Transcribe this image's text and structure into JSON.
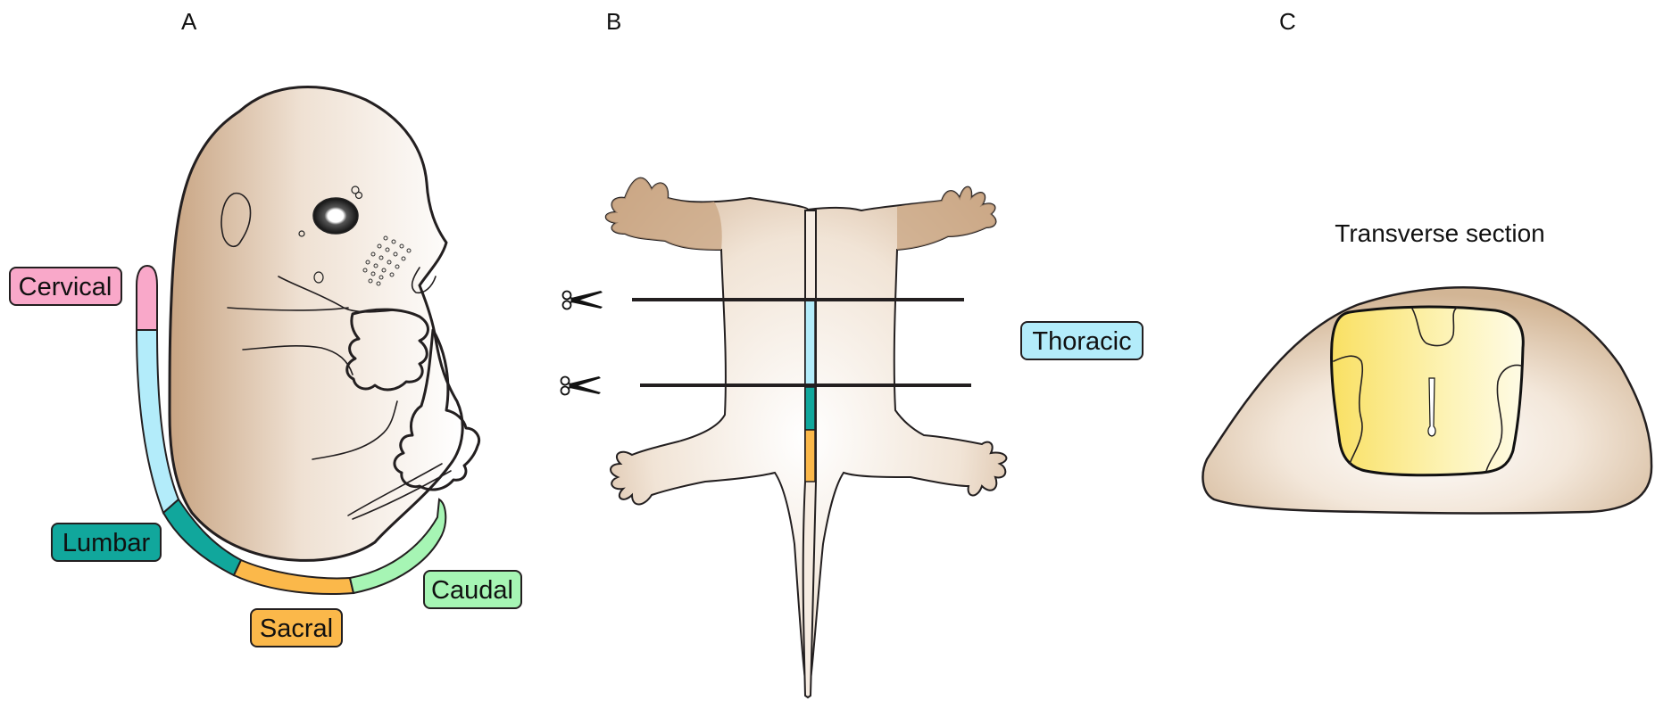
{
  "panels": {
    "a": {
      "letter": "A",
      "labels": {
        "cervical": "Cervical",
        "lumbar": "Lumbar",
        "sacral": "Sacral",
        "caudal": "Caudal"
      }
    },
    "b": {
      "letter": "B",
      "labels": {
        "thoracic": "Thoracic"
      }
    },
    "c": {
      "letter": "C",
      "title": "Transverse section"
    }
  },
  "colors": {
    "cervical": "#f9a8c9",
    "thoracic": "#b3ecfa",
    "lumbar": "#11a79c",
    "sacral": "#fbb84a",
    "caudal": "#a6f5b4",
    "skin": "#c9a583",
    "skin_light": "#fbf4ee",
    "spinal_cord": "#f9e063"
  },
  "icons": [
    "scissors-icon",
    "scissors-icon"
  ]
}
